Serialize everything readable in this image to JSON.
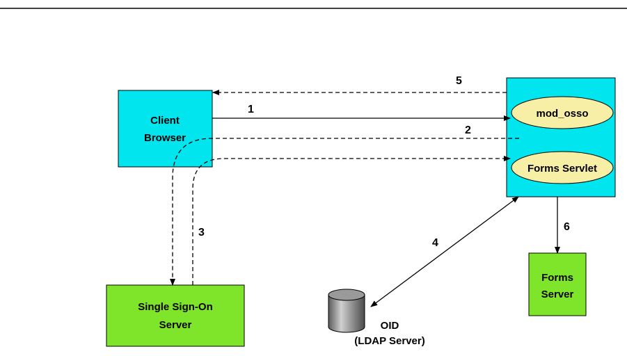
{
  "nodes": {
    "client": {
      "line1": "Client",
      "line2": "Browser",
      "fill": "#00E5EE"
    },
    "app_server": {
      "fill": "#00E5EE"
    },
    "mod_osso": {
      "label": "mod_osso",
      "fill": "#F7EFA6"
    },
    "forms_servlet": {
      "label": "Forms Servlet",
      "fill": "#F7EFA6"
    },
    "sso": {
      "line1": "Single Sign-On",
      "line2": "Server",
      "fill": "#7FE52A"
    },
    "forms_server": {
      "line1": "Forms",
      "line2": "Server",
      "fill": "#7FE52A"
    },
    "oid": {
      "line1": "OID",
      "line2": "(LDAP Server)",
      "fill": "#8C8C8C"
    }
  },
  "steps": {
    "s1": "1",
    "s2": "2",
    "s3": "3",
    "s4": "4",
    "s5": "5",
    "s6": "6"
  }
}
